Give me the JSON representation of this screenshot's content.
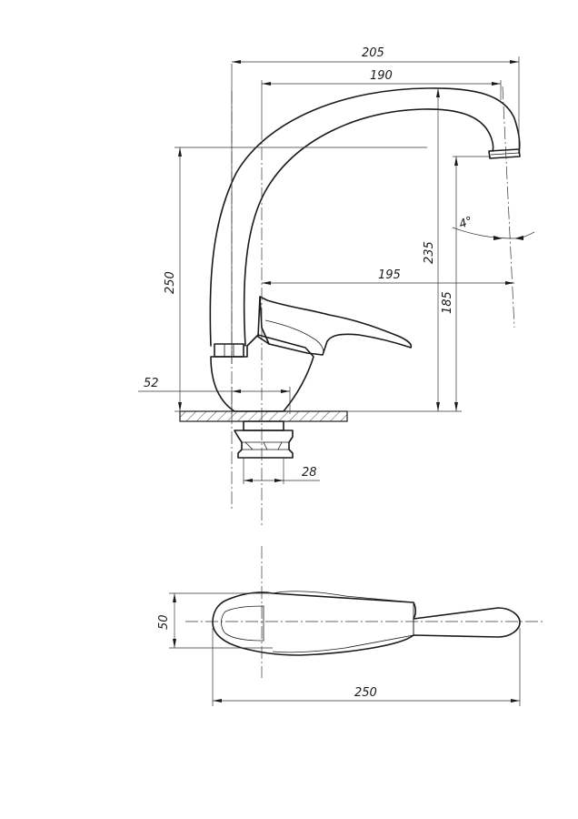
{
  "dimensions": {
    "overall_width": "205",
    "spout_reach": "190",
    "spout_offset": "195",
    "height_total": "250",
    "height_spout": "235",
    "height_outlet": "185",
    "spout_angle": "4°",
    "base_diameter": "52",
    "thread_diameter": "28",
    "plan_width": "50",
    "plan_length": "250"
  },
  "colors": {
    "line": "#1a1a1a",
    "background": "#ffffff"
  }
}
